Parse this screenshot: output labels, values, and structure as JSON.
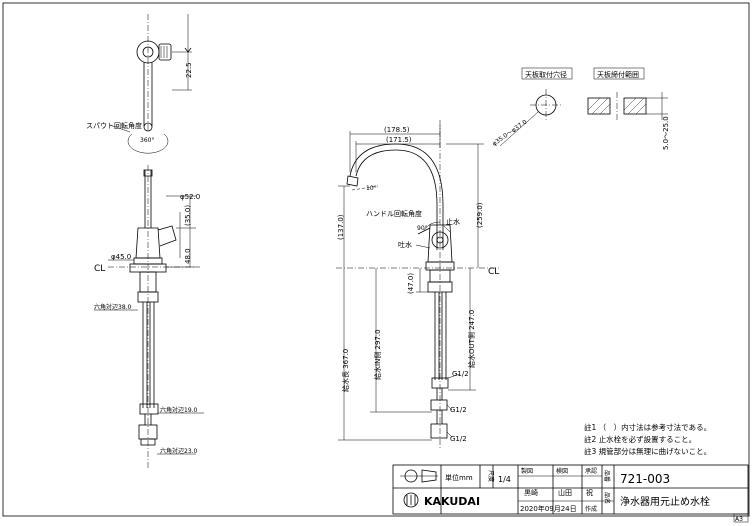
{
  "labels": {
    "spout_rotation": "スパウト回転角度",
    "spout_angle": "360°",
    "handle_rotation": "ハンドル回転角度",
    "handle_angle": "90°",
    "spout_tilt": "10°",
    "cl_left": "CL",
    "cl_right": "CL",
    "counter_hole": "天板取付穴径",
    "counter_thickness": "天板締付範囲",
    "stop": "止水",
    "flow": "吐水",
    "g_half_1": "G1/2",
    "g_half_2": "G1/2",
    "g_half_3": "G1/2"
  },
  "dims": {
    "d225": "22.5",
    "d520": "φ52.0",
    "d350": "(35.0)",
    "d480": "48.0",
    "d450": "φ45.0",
    "d178": "(178.5)",
    "d171": "(171.5)",
    "d137": "(137.0)",
    "d259": "(259.0)",
    "d470": "(47.0)",
    "d_hole": "φ35.0～φ37.0",
    "d_thick": "5.0～25.0",
    "d_hex1": "六角対辺38.0",
    "d_hex2": "六角対辺19.0",
    "d_hex3": "六角対辺23.0",
    "d_total": "給水長 367.0",
    "d_in": "給水IN側 297.0",
    "d_out": "給水OUT側 247.0"
  },
  "notes": [
    "註1 （　）内寸法は参考寸法である。",
    "註2 止水栓を必ず設置すること。",
    "註3 規管部分は無理に曲げないこと。"
  ],
  "title_block": {
    "unit_label": "単位mm",
    "scale_label": "尺度",
    "scale_value": "1/4",
    "designed_label": "製図",
    "checked_label": "検図",
    "approved_label": "承認",
    "drawn_label": "黒崎",
    "checker": "山田",
    "approver": "祝",
    "product_number_label": "品番",
    "product_number": "721-003",
    "product_name_label": "品名",
    "product_name": "浄水器用元止め水栓",
    "company": "KAKUDAI",
    "date": "2020年09月24日",
    "date_label": "作成",
    "sheet_size": "A3"
  }
}
